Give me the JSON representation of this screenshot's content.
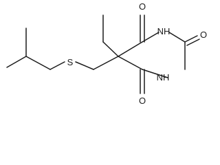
{
  "diagram": {
    "atoms": {
      "sulfur": "S",
      "oxygen_top": "O",
      "oxygen_right": "O",
      "oxygen_bottom": "O",
      "nh_top": "NH",
      "nh_bottom": "NH"
    },
    "colors": {
      "bond": "#1a1a1a",
      "label": "#1a1a1a",
      "background": "#ffffff"
    }
  }
}
